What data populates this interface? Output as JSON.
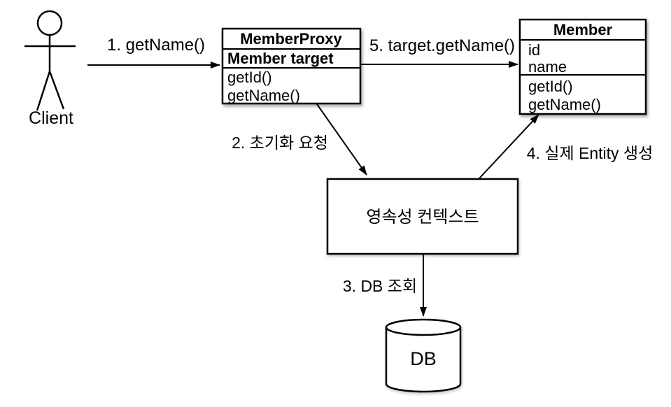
{
  "diagram": {
    "background": "#ffffff",
    "stroke_color": "#000000",
    "actor": {
      "label": "Client"
    },
    "classes": {
      "proxy": {
        "title": "MemberProxy",
        "fields": [
          "Member target"
        ],
        "methods": [
          "getId()",
          "getName()"
        ]
      },
      "member": {
        "title": "Member",
        "fields": [
          "id",
          "name"
        ],
        "methods": [
          "getId()",
          "getName()"
        ]
      }
    },
    "nodes": {
      "persistence_context": {
        "label": "영속성 컨텍스트"
      },
      "database": {
        "label": "DB"
      }
    },
    "arrows": {
      "step1": {
        "label": "1. getName()"
      },
      "step2": {
        "label": "2. 초기화 요청"
      },
      "step3": {
        "label": "3. DB 조회"
      },
      "step4": {
        "label": "4. 실제 Entity 생성"
      },
      "step5": {
        "label": "5. target.getName()"
      }
    }
  }
}
